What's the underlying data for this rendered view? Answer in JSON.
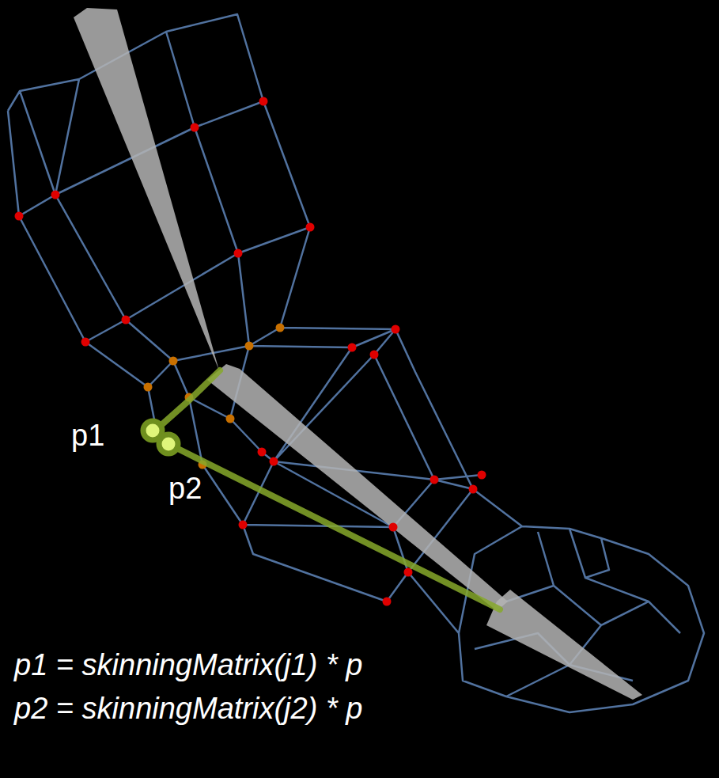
{
  "diagram": {
    "labels": [
      "p1",
      "p2",
      "p1 = skinningMatrix(j1) * p",
      "p2 = skinningMatrix(j2) * p"
    ]
  }
}
